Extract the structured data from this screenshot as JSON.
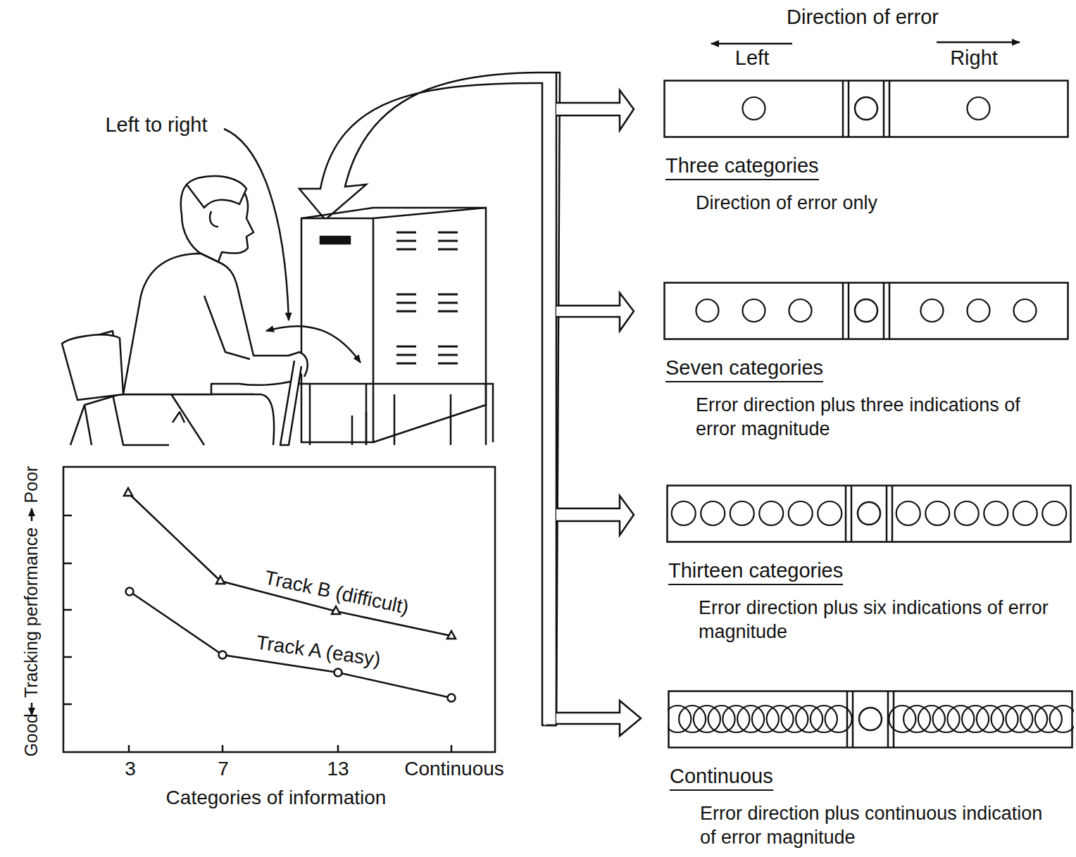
{
  "diagram": {
    "nodes": [
      {
        "text": [
          "Three categories",
          "Direction of error only"
        ]
      },
      {
        "text": [
          "Seven categories",
          "Error direction plus three indications of error magnitude"
        ]
      },
      {
        "text": [
          "Thirteen categories",
          "Error direction plus six indications of error magnitude"
        ]
      },
      {
        "text": [
          "Continuous",
          "Error direction plus continuous indication of error magnitude"
        ]
      }
    ],
    "edges": [],
    "labels": [
      "Direction of error",
      "Left",
      "Right",
      "Left to right",
      "Poor",
      "Tracking performance",
      "Good",
      "3",
      "7",
      "13",
      "Continuous",
      "Categories of information",
      "Track B (difficult)",
      "Track A (easy)"
    ]
  }
}
